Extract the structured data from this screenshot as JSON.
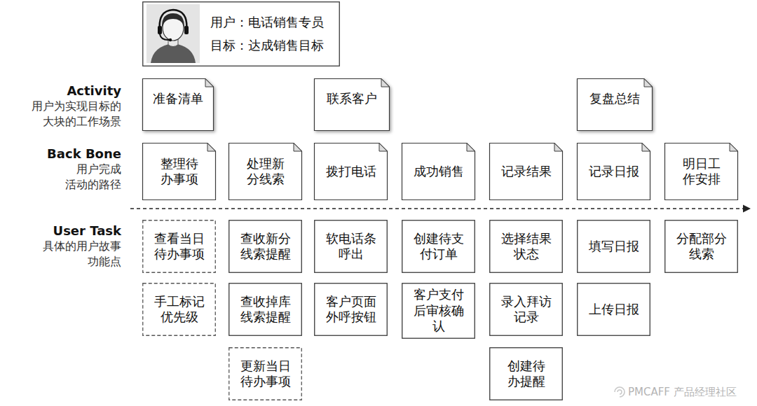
{
  "diagram": {
    "nodes": [
      {
        "text": [
          "用户：电话销售专员",
          "目标：达成销售目标"
        ]
      },
      {
        "text": [
          "准备清单"
        ]
      },
      {
        "text": [
          "联系客户"
        ]
      },
      {
        "text": [
          "复盘总结"
        ]
      },
      {
        "text": [
          "整理待 办事项"
        ]
      },
      {
        "text": [
          "处理新 分线索"
        ]
      },
      {
        "text": [
          "拨打电话"
        ]
      },
      {
        "text": [
          "成功销售"
        ]
      },
      {
        "text": [
          "记录结果"
        ]
      },
      {
        "text": [
          "记录日报"
        ]
      },
      {
        "text": [
          "明日工 作安排"
        ]
      },
      {
        "text": [
          "查看当日 待办事项"
        ]
      },
      {
        "text": [
          "查收新分 线索提醒"
        ]
      },
      {
        "text": [
          "软电话条 呼出"
        ]
      },
      {
        "text": [
          "创建待支 付订单"
        ]
      },
      {
        "text": [
          "选择结果 状态"
        ]
      },
      {
        "text": [
          "填写日报"
        ]
      },
      {
        "text": [
          "分配部分 线索"
        ]
      },
      {
        "text": [
          "手工标记 优先级"
        ]
      },
      {
        "text": [
          "查收掉库 线索提醒"
        ]
      },
      {
        "text": [
          "客户页面 外呼按钮"
        ]
      },
      {
        "text": [
          "客户支付 后审核确 认"
        ]
      },
      {
        "text": [
          "录入拜访 记录"
        ]
      },
      {
        "text": [
          "上传日报"
        ]
      },
      {
        "text": [
          "更新当日 待办事项"
        ]
      },
      {
        "text": [
          "创建待 办提醒"
        ]
      }
    ],
    "edges": [],
    "labels": [
      "Activity",
      "用户为实现目标的 大块的工作场景",
      "Back Bone",
      "用户完成 活动的路径",
      "User Task",
      "具体的用户故事 功能点",
      "PMCAFF 产品经理社区"
    ]
  }
}
